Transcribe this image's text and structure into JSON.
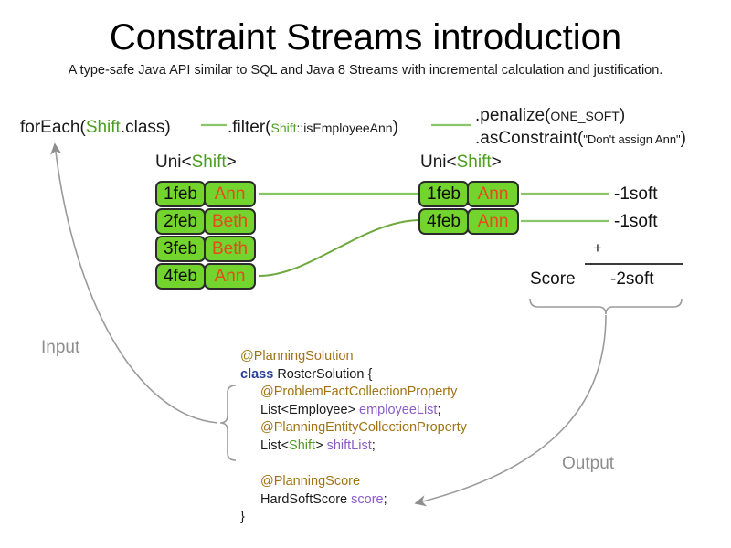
{
  "header": {
    "title": "Constraint Streams introduction",
    "subtitle": "A type-safe Java API similar to SQL and Java 8 Streams with incremental calculation and justification."
  },
  "pipeline": {
    "step1": {
      "prefix": "forEach(",
      "type": "Shift",
      "suffix": ".class)"
    },
    "step2": {
      "prefix": ".filter(",
      "arg_type": "Shift",
      "arg_rest": "::isEmployeeAnn",
      "suffix": ")"
    },
    "step3": {
      "prefix": ".penalize(",
      "arg": "ONE_SOFT",
      "suffix": ")"
    },
    "step4": {
      "prefix": ".asConstraint(",
      "arg": "\"Don't assign Ann\"",
      "suffix": ")"
    },
    "connector_color": "#8cc36b"
  },
  "streams": {
    "left": {
      "label_prefix": "Uni<",
      "label_type": "Shift",
      "label_suffix": ">",
      "rows": [
        {
          "date": "1feb",
          "employee": "Ann"
        },
        {
          "date": "2feb",
          "employee": "Beth"
        },
        {
          "date": "3feb",
          "employee": "Beth"
        },
        {
          "date": "4feb",
          "employee": "Ann"
        }
      ]
    },
    "right": {
      "label_prefix": "Uni<",
      "label_type": "Shift",
      "label_suffix": ">",
      "rows": [
        {
          "date": "1feb",
          "employee": "Ann",
          "penalty": "-1soft"
        },
        {
          "date": "4feb",
          "employee": "Ann",
          "penalty": "-1soft"
        }
      ]
    },
    "box_fill": "#72d42c",
    "box_border": "#2b2b2b",
    "employee_color": "#e8491d"
  },
  "score": {
    "plus": "+",
    "label": "Score",
    "total": "-2soft"
  },
  "code": {
    "lines": [
      {
        "indent": 1,
        "parts": [
          {
            "text": "@PlanningSolution",
            "style": "ann"
          }
        ]
      },
      {
        "indent": 1,
        "parts": [
          {
            "text": "class",
            "style": "kw"
          },
          {
            "text": " RosterSolution {",
            "style": "plain"
          }
        ]
      },
      {
        "indent": 2,
        "parts": [
          {
            "text": "@ProblemFactCollectionProperty",
            "style": "ann"
          }
        ]
      },
      {
        "indent": 2,
        "parts": [
          {
            "text": "List<Employee> ",
            "style": "plain"
          },
          {
            "text": "employeeList",
            "style": "fld"
          },
          {
            "text": ";",
            "style": "plain"
          }
        ]
      },
      {
        "indent": 2,
        "parts": [
          {
            "text": "@PlanningEntityCollectionProperty",
            "style": "ann"
          }
        ]
      },
      {
        "indent": 2,
        "parts": [
          {
            "text": "List<",
            "style": "plain"
          },
          {
            "text": "Shift",
            "style": "typ"
          },
          {
            "text": "> ",
            "style": "plain"
          },
          {
            "text": "shiftList",
            "style": "fld"
          },
          {
            "text": ";",
            "style": "plain"
          }
        ]
      },
      {
        "indent": 1,
        "parts": [
          {
            "text": " ",
            "style": "plain"
          }
        ]
      },
      {
        "indent": 2,
        "parts": [
          {
            "text": "@PlanningScore",
            "style": "ann"
          }
        ]
      },
      {
        "indent": 2,
        "parts": [
          {
            "text": "HardSoftScore ",
            "style": "plain"
          },
          {
            "text": "score",
            "style": "fld"
          },
          {
            "text": ";",
            "style": "plain"
          }
        ]
      },
      {
        "indent": 1,
        "parts": [
          {
            "text": "}",
            "style": "plain"
          }
        ]
      }
    ]
  },
  "annotations": {
    "input": "Input",
    "output": "Output",
    "arrow_color": "#8e8e8e"
  }
}
